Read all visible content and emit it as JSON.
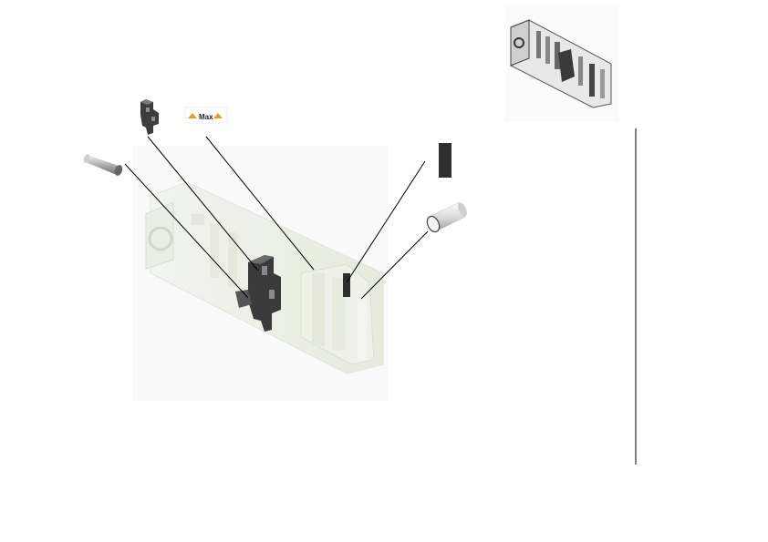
{
  "diagram": {
    "max_label": {
      "text": "Max",
      "icon_left": "up-arrow-icon",
      "icon_right": "up-arrow-icon",
      "icon_color": "#e8a020"
    },
    "parts": [
      "clip-bracket",
      "max-label-tag",
      "small-rod",
      "dark-plate",
      "large-rod"
    ],
    "colors": {
      "line": "#000000",
      "dark_part": "#333333",
      "ghost_body": "#eef2e6",
      "divider": "#000000"
    }
  }
}
